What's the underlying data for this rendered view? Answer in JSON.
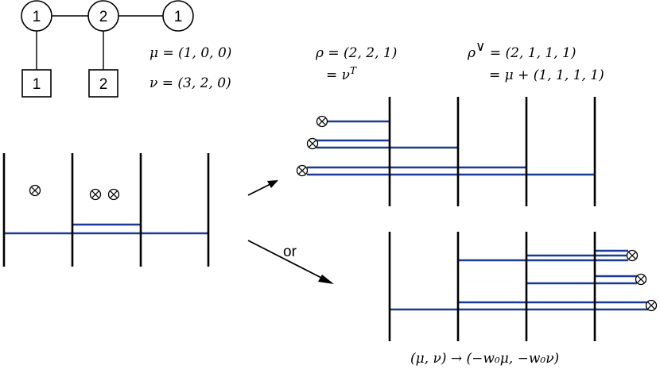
{
  "quiver": {
    "gauge_nodes": [
      "1",
      "2",
      "1"
    ],
    "flavor_nodes": [
      "1",
      "2"
    ]
  },
  "labels": {
    "mu": "μ = (1, 0, 0)",
    "nu": "ν = (3, 2, 0)",
    "rho_line1": "ρ = (2, 2, 1)",
    "rho_line2_prefix": "= ν",
    "rho_line2_sup": "T",
    "rhovee_sym": "ρ",
    "rhovee_sup": "∨",
    "rhovee_value": " = (2, 1, 1, 1)",
    "rhovee_line2": "= μ + (1, 1, 1, 1)",
    "or": "or",
    "transform": "(μ, ν) → (−w₀μ, −w₀ν)"
  },
  "colors": {
    "d3_brane": "#1b3a96",
    "ns5_brane": "#000000"
  }
}
